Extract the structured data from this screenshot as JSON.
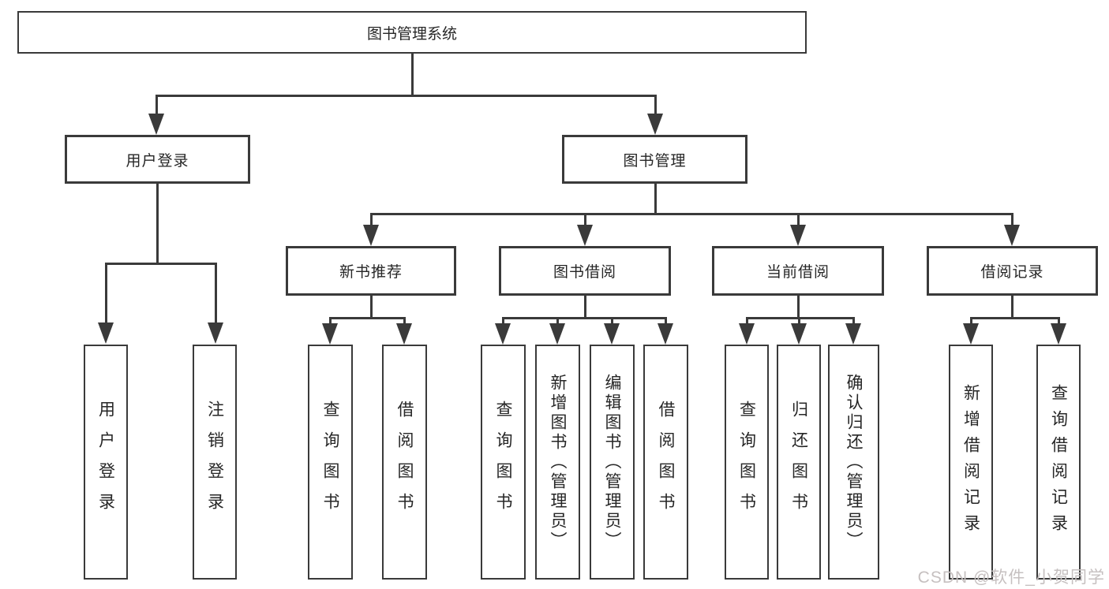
{
  "nodes": {
    "root": "图书管理系统",
    "level2": [
      "用户登录",
      "图书管理"
    ],
    "level3": [
      "新书推荐",
      "图书借阅",
      "当前借阅",
      "借阅记录"
    ],
    "leaves": [
      "用户登录",
      "注销登录",
      "查询图书",
      "借阅图书",
      "查询图书",
      "新增图书（管理员）",
      "编辑图书（管理员）",
      "借阅图书",
      "查询图书",
      "归还图书",
      "确认归还（管理员）",
      "新增借阅记录",
      "查询借阅记录"
    ]
  },
  "watermark": "CSDN @软件_小贺同学",
  "colors": {
    "line": "#3a3a3a",
    "border": "#3a3a3a",
    "text": "#262626",
    "background": "#ffffff",
    "watermark": "#c6c0c0"
  }
}
